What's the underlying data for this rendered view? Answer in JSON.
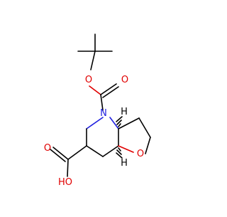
{
  "molecule": {
    "atom_labels": {
      "n": "N",
      "o_ring": "O",
      "o_ester_carbonyl": "O",
      "o_ester_link": "O",
      "o_acid_carbonyl": "O",
      "oh": "HO",
      "h_top": "H",
      "h_bottom": "H"
    },
    "colors": {
      "bond": "#000000",
      "oxygen": "#e00000",
      "nitrogen": "#2020e0"
    }
  }
}
